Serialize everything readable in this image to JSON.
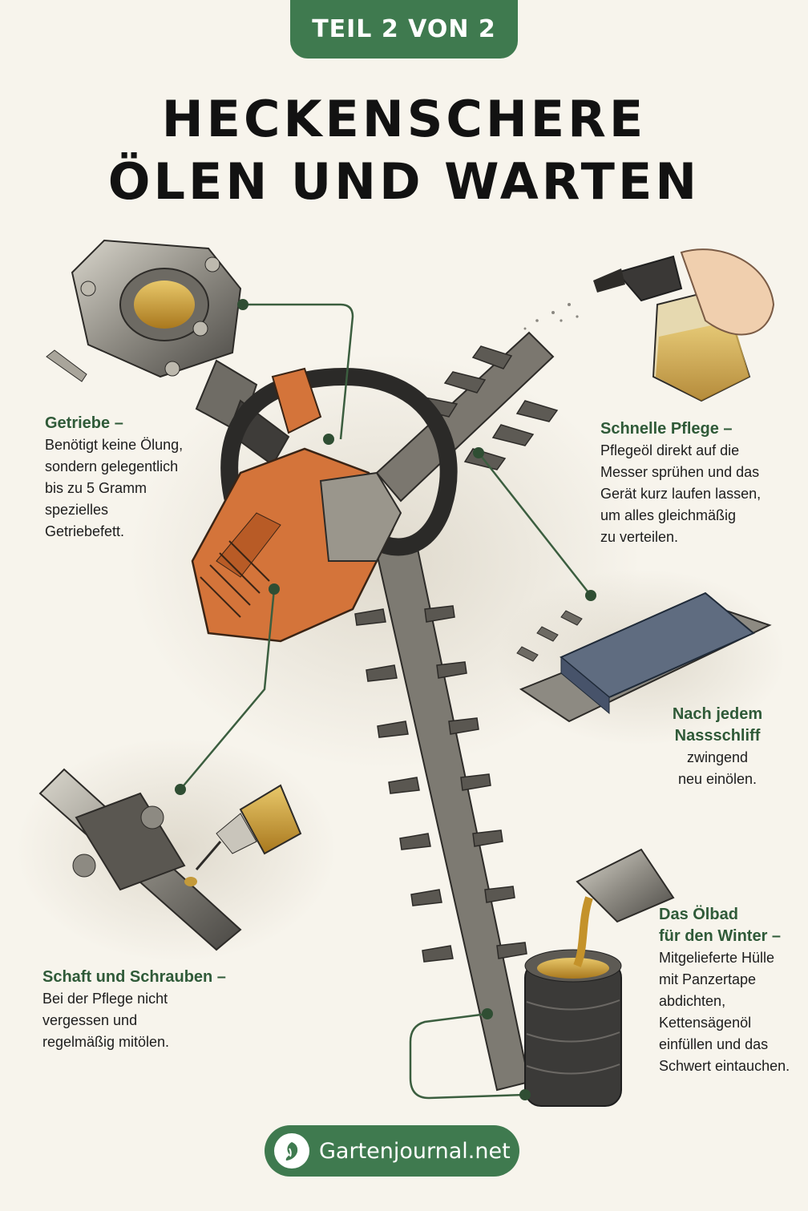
{
  "badge": "TEIL 2 VON 2",
  "title": {
    "line1": "HECKENSCHERE",
    "line2": "ÖLEN UND WARTEN"
  },
  "labels": {
    "getriebe": {
      "head": "Getriebe –",
      "lines": [
        "Benötigt keine Ölung,",
        "sondern gelegentlich",
        "bis zu 5 Gramm",
        "spezielles",
        "Getriebefett."
      ]
    },
    "pflege": {
      "head": "Schnelle Pflege –",
      "lines": [
        "Pflegeöl direkt auf die",
        "Messer sprühen und das",
        "Gerät kurz laufen lassen,",
        "um alles gleichmäßig",
        "zu verteilen."
      ]
    },
    "nassschliff": {
      "head1": "Nach jedem",
      "head2": "Nassschliff",
      "lines": [
        "zwingend",
        "neu einölen."
      ]
    },
    "schaft": {
      "head": "Schaft und Schrauben –",
      "lines": [
        "Bei der Pflege nicht",
        "vergessen und",
        "regelmäßig mitölen."
      ]
    },
    "oelbad": {
      "head1": "Das Ölbad",
      "head2": "für den Winter –",
      "lines": [
        "Mitgelieferte Hülle",
        "mit Panzertape",
        "abdichten,",
        "Kettensägenöl",
        "einfüllen und das",
        "Schwert eintauchen."
      ]
    }
  },
  "footer": {
    "brand": "Gartenjournal.net",
    "icon": "leaf-logo-icon"
  },
  "colors": {
    "accent": "#3f7a4f",
    "background": "#f7f4ec",
    "housing": "#d4743a"
  }
}
